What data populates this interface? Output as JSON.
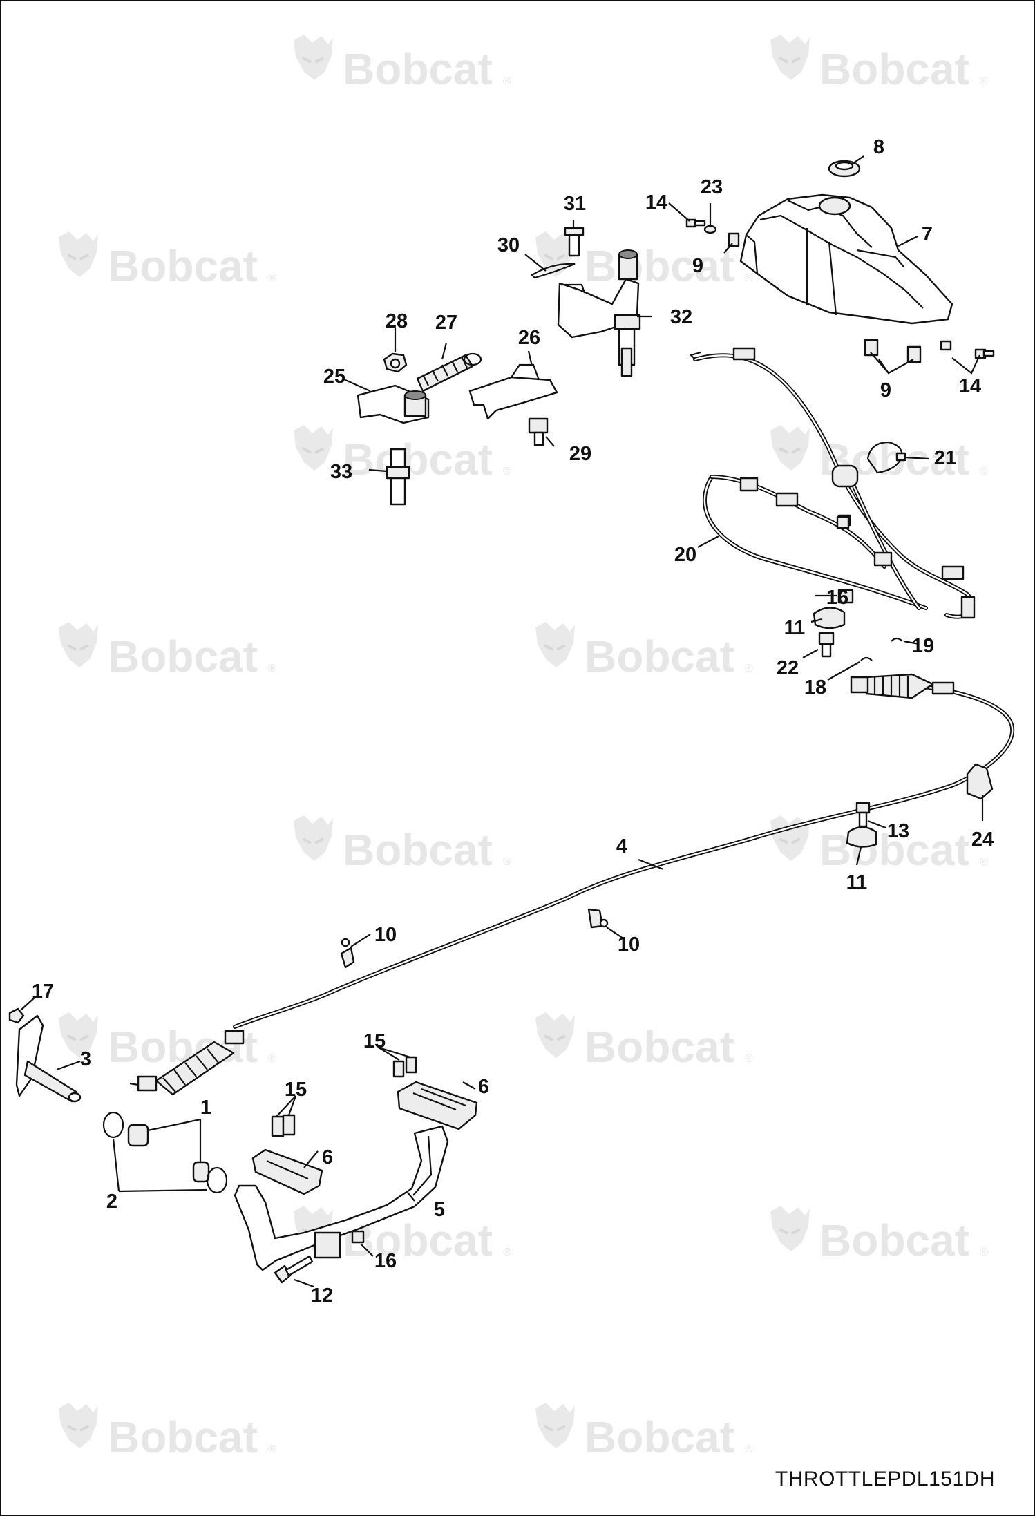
{
  "diagram": {
    "reference_code": "THROTTLEPDL151DH",
    "watermark": {
      "brand": "Bobcat",
      "registered": "®"
    },
    "callouts": [
      "1",
      "2",
      "3",
      "4",
      "5",
      "6",
      "6",
      "7",
      "8",
      "9",
      "9",
      "10",
      "10",
      "11",
      "11",
      "12",
      "13",
      "14",
      "14",
      "15",
      "15",
      "16",
      "16",
      "17",
      "18",
      "19",
      "20",
      "21",
      "22",
      "23",
      "24",
      "25",
      "26",
      "27",
      "28",
      "29",
      "30",
      "31",
      "32",
      "33"
    ]
  }
}
